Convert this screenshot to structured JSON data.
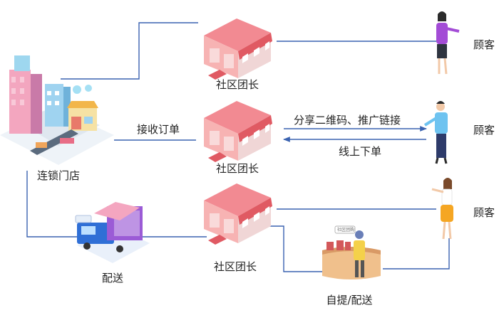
{
  "chain_store": {
    "label": "连锁门店"
  },
  "delivery_truck": {
    "label": "配送"
  },
  "receive_order": {
    "label": "接收订单"
  },
  "leaders": [
    {
      "label": "社区团长"
    },
    {
      "label": "社区团长"
    },
    {
      "label": "社区团长"
    }
  ],
  "share_label": "分享二维码、推广链接",
  "online_order_label": "线上下单",
  "pickup": {
    "label": "自提/配送",
    "sign": "社区团购"
  },
  "customers": [
    {
      "label": "顾客"
    },
    {
      "label": "顾客"
    },
    {
      "label": "顾客"
    }
  ],
  "colors": {
    "line": "#3a62b0",
    "roof": "#f28a92",
    "awning": "#e05a63",
    "truck": "#2f6fd6"
  }
}
